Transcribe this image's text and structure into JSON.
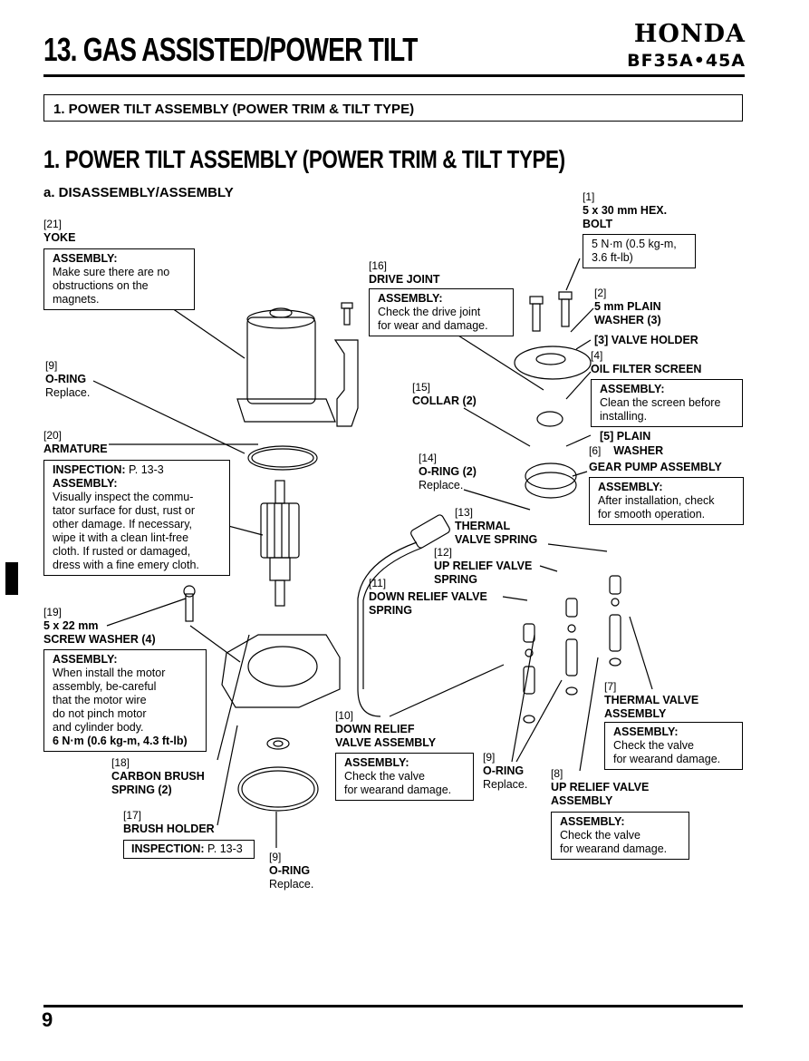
{
  "header": {
    "chapter_title": "13. GAS ASSISTED/POWER TILT",
    "brand": "HONDA",
    "model": "BF35A•45A"
  },
  "section_box": "1. POWER TILT ASSEMBLY (POWER TRIM & TILT TYPE)",
  "section_title": "1. POWER TILT ASSEMBLY (POWER TRIM & TILT TYPE)",
  "subheading": "a. DISASSEMBLY/ASSEMBLY",
  "parts": {
    "p1": {
      "num": "[1]",
      "name_line1": "5 x 30 mm HEX.",
      "name_line2": "BOLT",
      "torque_line1": "5 N·m (0.5 kg-m,",
      "torque_line2": "3.6 ft-lb)"
    },
    "p2": {
      "num": "[2]",
      "name_line1": "5 mm PLAIN",
      "name_line2": "WASHER (3)"
    },
    "p3": {
      "name": "[3] VALVE HOLDER"
    },
    "p4": {
      "num": "[4]",
      "name": "OIL FILTER SCREEN",
      "box_head": "ASSEMBLY:",
      "box_line1": "Clean the screen before",
      "box_line2": "installing."
    },
    "p5": {
      "name_line1": "[5] PLAIN",
      "name_line2": "WASHER"
    },
    "p6": {
      "num": "[6]",
      "name": "GEAR PUMP ASSEMBLY",
      "box_head": "ASSEMBLY:",
      "box_line1": "After installation, check",
      "box_line2": "for smooth operation."
    },
    "p7": {
      "num": "[7]",
      "name_line1": "THERMAL VALVE",
      "name_line2": "ASSEMBLY",
      "box_head": "ASSEMBLY:",
      "box_line1": "Check the valve",
      "box_line2": "for wearand damage."
    },
    "p8": {
      "num": "[8]",
      "name_line1": "UP RELIEF VALVE",
      "name_line2": "ASSEMBLY",
      "box_head": "ASSEMBLY:",
      "box_line1": "Check the valve",
      "box_line2": "for wearand damage."
    },
    "p9a": {
      "num": "[9]",
      "name": "O-RING",
      "note": "Replace."
    },
    "p9b": {
      "num": "[9]",
      "name": "O-RING",
      "note": "Replace."
    },
    "p9c": {
      "num": "[9]",
      "name": "O-RING",
      "note": "Replace."
    },
    "p10": {
      "num": "[10]",
      "name_line1": "DOWN RELIEF",
      "name_line2": "VALVE ASSEMBLY",
      "box_head": "ASSEMBLY:",
      "box_line1": "Check the valve",
      "box_line2": "for wearand damage."
    },
    "p11": {
      "num": "[11]",
      "name_line1": "DOWN RELIEF VALVE",
      "name_line2": "SPRING"
    },
    "p12": {
      "num": "[12]",
      "name_line1": "UP RELIEF VALVE",
      "name_line2": "SPRING"
    },
    "p13": {
      "num": "[13]",
      "name_line1": "THERMAL",
      "name_line2": "VALVE SPRING"
    },
    "p14": {
      "num": "[14]",
      "name": "O-RING (2)",
      "note": "Replace."
    },
    "p15": {
      "num": "[15]",
      "name": "COLLAR (2)"
    },
    "p16": {
      "num": "[16]",
      "name": "DRIVE JOINT",
      "box_head": "ASSEMBLY:",
      "box_line1": "Check the drive joint",
      "box_line2": "for wear and damage."
    },
    "p17": {
      "num": "[17]",
      "name": "BRUSH HOLDER",
      "box_head": "INSPECTION:",
      "box_ref": "P. 13-3"
    },
    "p18": {
      "num": "[18]",
      "name_line1": "CARBON BRUSH",
      "name_line2": "SPRING (2)"
    },
    "p19": {
      "num": "[19]",
      "name_line1": "5 x 22 mm",
      "name_line2": "SCREW WASHER (4)",
      "box_head": "ASSEMBLY:",
      "box_line1": "When install the motor",
      "box_line2": "assembly, be-careful",
      "box_line3": "that the motor wire",
      "box_line4": "do not pinch motor",
      "box_line5": "and cylinder body.",
      "box_torque": "6 N·m (0.6 kg-m, 4.3 ft-lb)"
    },
    "p20": {
      "num": "[20]",
      "name": "ARMATURE",
      "insp_head": "INSPECTION:",
      "insp_ref": "P. 13-3",
      "box_head": "ASSEMBLY:",
      "box_line1": "Visually inspect the commu-",
      "box_line2": "tator surface for dust, rust or",
      "box_line3": "other damage. If necessary,",
      "box_line4": "wipe it with a clean lint-free",
      "box_line5": "cloth. If rusted or damaged,",
      "box_line6": "dress with a fine emery cloth."
    },
    "p21": {
      "num": "[21]",
      "name": "YOKE",
      "box_head": "ASSEMBLY:",
      "box_line1": "Make sure there are no",
      "box_line2": "obstructions on the",
      "box_line3": "magnets."
    }
  },
  "page_number": "9"
}
